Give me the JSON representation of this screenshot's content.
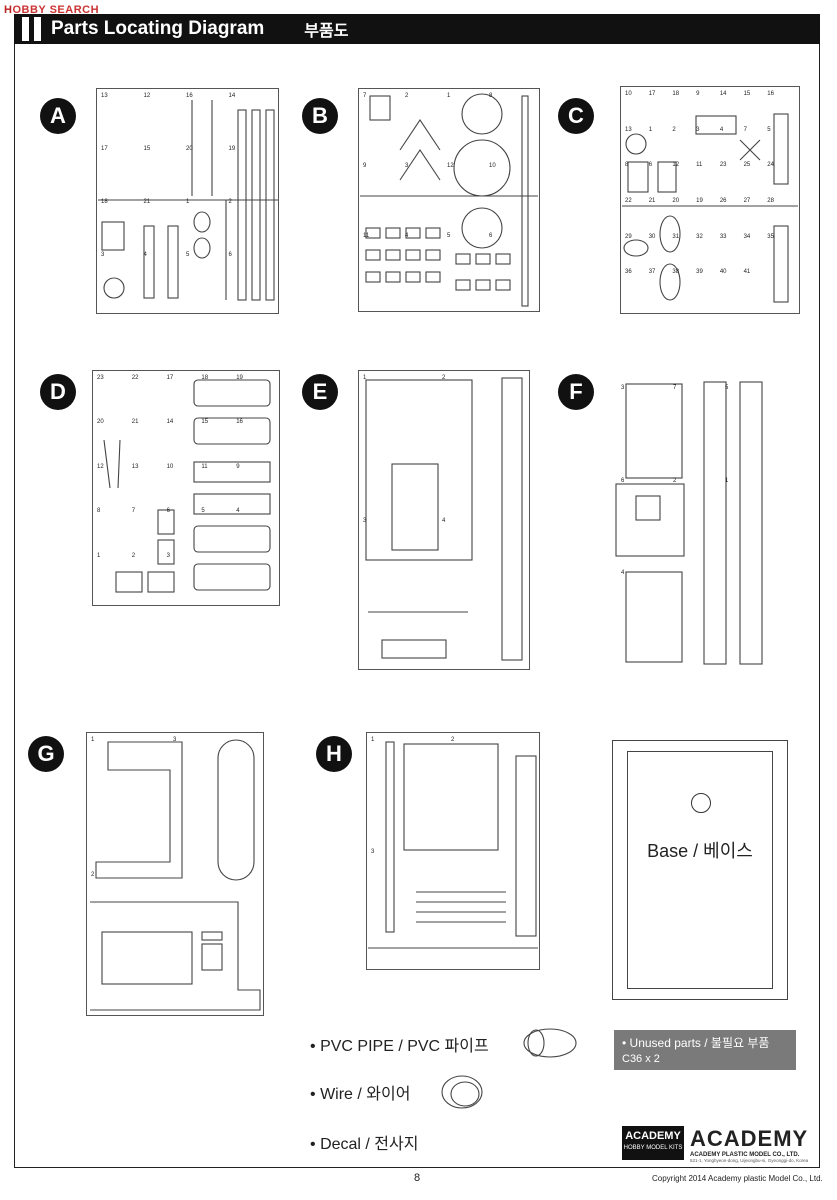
{
  "watermark": {
    "brand_h": "H",
    "brand_rest": "OBBY SEARCH"
  },
  "header": {
    "title": "Parts Locating Diagram",
    "title_ko": "부품도"
  },
  "sprues": [
    {
      "letter": "A"
    },
    {
      "letter": "B"
    },
    {
      "letter": "C"
    },
    {
      "letter": "D"
    },
    {
      "letter": "E"
    },
    {
      "letter": "F"
    },
    {
      "letter": "G"
    },
    {
      "letter": "H"
    }
  ],
  "part_numbers": {
    "A": [
      "13",
      "12",
      "16",
      "14",
      "17",
      "15",
      "20",
      "19",
      "18",
      "21",
      "1",
      "2",
      "3",
      "4",
      "5",
      "6"
    ],
    "B": [
      "7",
      "2",
      "1",
      "8",
      "9",
      "3",
      "12",
      "10",
      "11",
      "4",
      "5",
      "6"
    ],
    "C": [
      "10",
      "17",
      "18",
      "9",
      "14",
      "15",
      "16",
      "13",
      "1",
      "2",
      "3",
      "4",
      "7",
      "5",
      "8",
      "6",
      "12",
      "11",
      "23",
      "25",
      "24",
      "22",
      "21",
      "20",
      "19",
      "26",
      "27",
      "28",
      "29",
      "30",
      "31",
      "32",
      "33",
      "34",
      "35",
      "36",
      "37",
      "38",
      "39",
      "40",
      "41"
    ],
    "D": [
      "23",
      "22",
      "17",
      "18",
      "19",
      "20",
      "21",
      "14",
      "15",
      "16",
      "12",
      "13",
      "10",
      "11",
      "9",
      "8",
      "7",
      "6",
      "5",
      "4",
      "1",
      "2",
      "3"
    ],
    "E": [
      "1",
      "2",
      "3",
      "4"
    ],
    "F": [
      "3",
      "7",
      "5",
      "6",
      "2",
      "1",
      "4"
    ],
    "G": [
      "1",
      "3",
      "2"
    ],
    "H": [
      "1",
      "2",
      "3"
    ]
  },
  "base": {
    "label": "Base / 베이스"
  },
  "legend": [
    {
      "bullet": "•",
      "text": "PVC PIPE / PVC 파이프"
    },
    {
      "bullet": "•",
      "text": "Wire / 와이어"
    },
    {
      "bullet": "•",
      "text": "Decal / 전사지"
    }
  ],
  "unused": {
    "title": "• Unused parts / 불필요 부품",
    "item": "C36 x 2"
  },
  "brand": {
    "logo_small": "ACADEMY",
    "logo_small_sub": "HOBBY MODEL KITS",
    "logo_big": "ACADEMY",
    "company": "ACADEMY PLASTIC MODEL CO., LTD.",
    "address": "521-1, Yonghyeon-dong, Uijeongbu-si, Gyeonggi-do, Korea"
  },
  "footer": {
    "page": "8",
    "copyright": "Copyright 2014 Academy plastic Model Co., Ltd."
  }
}
